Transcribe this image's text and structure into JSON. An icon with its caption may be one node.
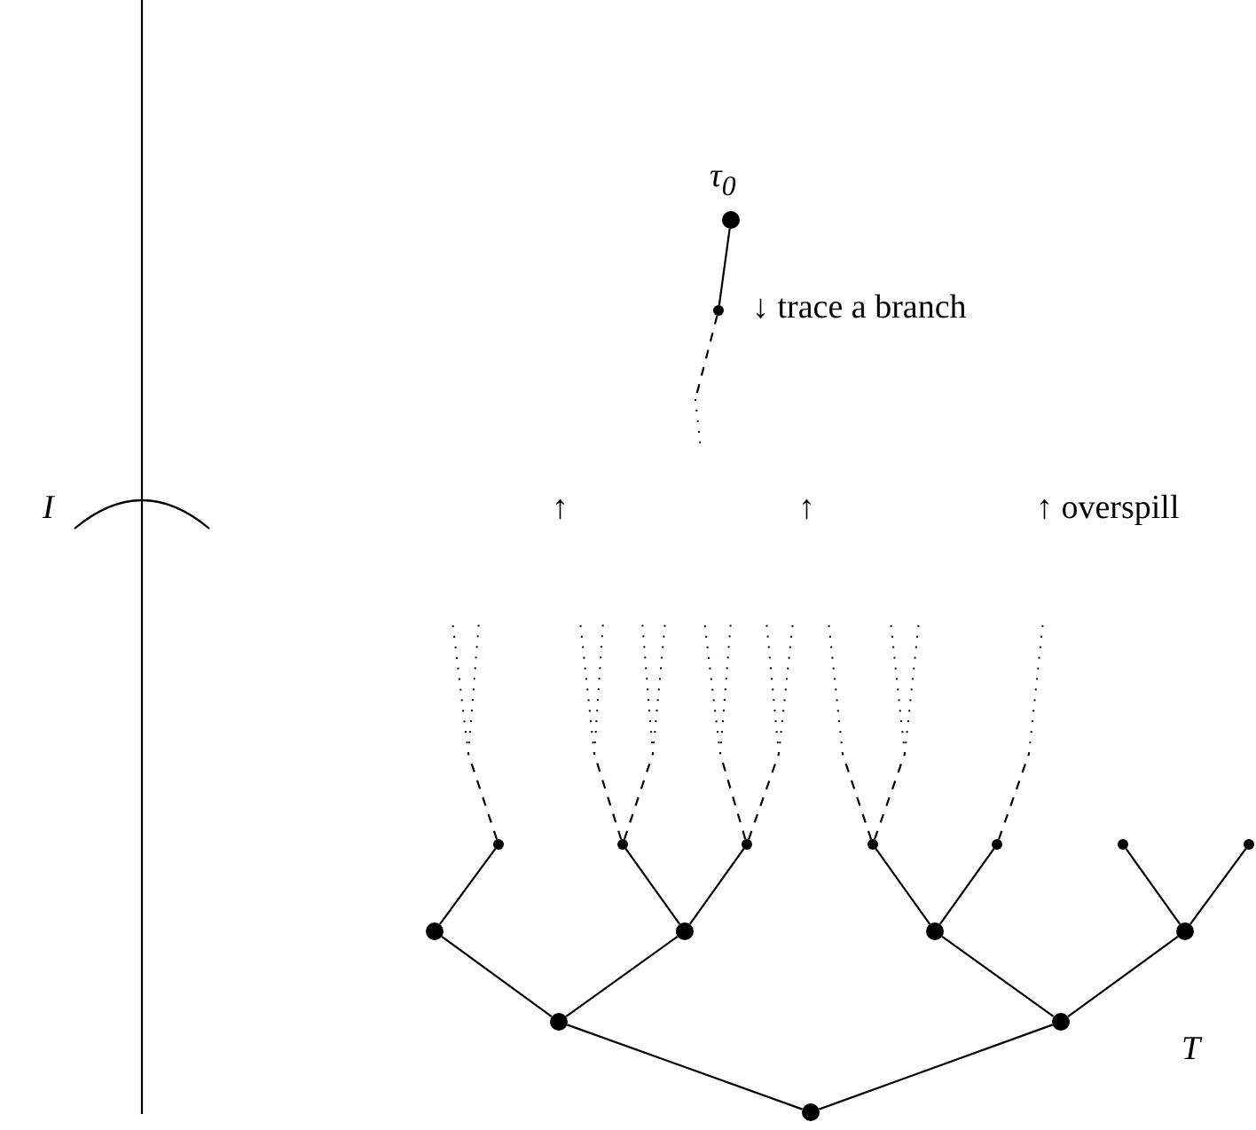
{
  "diagram": {
    "nodes": [
      {
        "text": [
          "τ$_{0}$"
        ]
      },
      {
        "text": [],
        "shape": "circle"
      },
      {
        "text": [],
        "shape": "circle"
      },
      {
        "text": [],
        "shape": "circle"
      },
      {
        "text": [],
        "shape": "circle"
      },
      {
        "text": [],
        "shape": "circle"
      },
      {
        "text": [],
        "shape": "circle"
      },
      {
        "text": [],
        "shape": "circle"
      },
      {
        "text": [],
        "shape": "circle"
      },
      {
        "text": [],
        "shape": "circle"
      },
      {
        "text": [],
        "shape": "circle"
      },
      {
        "text": [],
        "shape": "circle"
      },
      {
        "text": [],
        "shape": "circle"
      },
      {
        "text": [],
        "shape": "circle"
      },
      {
        "text": [],
        "shape": "circle"
      },
      {
        "text": [],
        "shape": "circle"
      }
    ],
    "edges": [
      {
        "from": 0,
        "to": 1,
        "arrow": "none"
      },
      {
        "from": 1,
        "to": null,
        "arrow": "none",
        "style": "dashed"
      },
      {
        "from": 15,
        "to": 13,
        "arrow": "none"
      },
      {
        "from": 15,
        "to": 14,
        "arrow": "none"
      },
      {
        "from": 13,
        "to": 9,
        "arrow": "none"
      },
      {
        "from": 13,
        "to": 10,
        "arrow": "none"
      },
      {
        "from": 14,
        "to": 11,
        "arrow": "none"
      },
      {
        "from": 14,
        "to": 12,
        "arrow": "none"
      },
      {
        "from": 9,
        "to": 2,
        "arrow": "none"
      },
      {
        "from": 10,
        "to": 3,
        "arrow": "none"
      },
      {
        "from": 10,
        "to": 4,
        "arrow": "none"
      },
      {
        "from": 11,
        "to": 5,
        "arrow": "none"
      },
      {
        "from": 11,
        "to": 6,
        "arrow": "none"
      },
      {
        "from": 12,
        "to": 7,
        "arrow": "none"
      },
      {
        "from": 12,
        "to": 8,
        "arrow": "none"
      },
      {
        "from": 2,
        "to": null,
        "arrow": "none",
        "style": "dashed"
      },
      {
        "from": 3,
        "to": null,
        "arrow": "none",
        "style": "dashed"
      },
      {
        "from": 3,
        "to": null,
        "arrow": "none",
        "style": "dashed"
      },
      {
        "from": 4,
        "to": null,
        "arrow": "none",
        "style": "dashed"
      },
      {
        "from": 4,
        "to": null,
        "arrow": "none",
        "style": "dashed"
      },
      {
        "from": 5,
        "to": null,
        "arrow": "none",
        "style": "dashed"
      },
      {
        "from": 5,
        "to": null,
        "arrow": "none",
        "style": "dashed"
      },
      {
        "from": 6,
        "to": null,
        "arrow": "none",
        "style": "dashed"
      }
    ],
    "labels": [
      "↓ trace a branch",
      "I",
      "↑",
      "↑",
      "↑ overspill",
      "T"
    ]
  }
}
